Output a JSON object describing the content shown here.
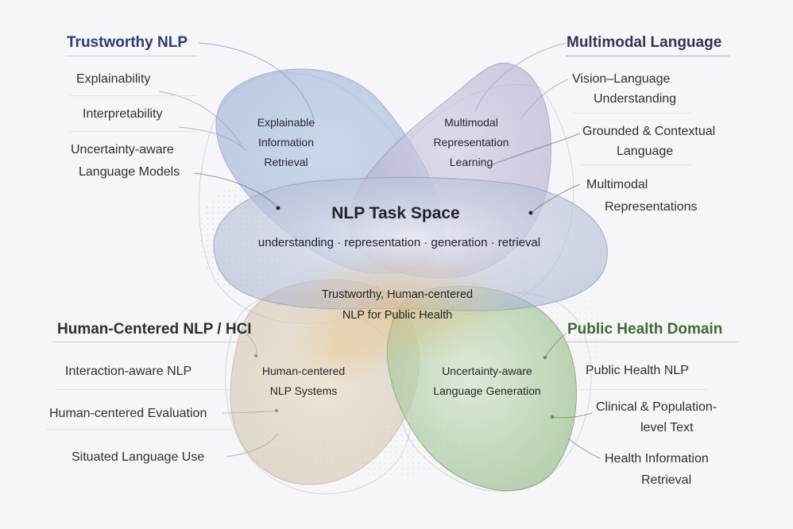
{
  "center": {
    "title": "NLP Task Space",
    "subtitle": "understanding · representation · generation · retrieval",
    "overlap_line1": "Trustworthy, Human-centered",
    "overlap_line2": "NLP for Public Health"
  },
  "regions": {
    "top_left": [
      "Explainable",
      "Information",
      "Retrieval"
    ],
    "top_right": [
      "Multimodal",
      "Representation",
      "Learning"
    ],
    "bottom_left": [
      "Human-centered",
      "NLP Systems"
    ],
    "bottom_right": [
      "Uncertainty-aware",
      "Language Generation"
    ]
  },
  "groups": {
    "trustworthy": {
      "title": "Trustworthy NLP",
      "items": [
        "Explainability",
        "Interpretability",
        "Uncertainty-aware",
        "Language Models"
      ]
    },
    "multimodal": {
      "title": "Multimodal Language",
      "items": [
        "Vision–Language",
        "Understanding",
        "Grounded & Contextual",
        "Language",
        "Multimodal",
        "Representations"
      ]
    },
    "human": {
      "title": "Human-Centered NLP / HCI",
      "items": [
        "Interaction-aware NLP",
        "Human-centered Evaluation",
        "Situated Language Use"
      ]
    },
    "health": {
      "title": "Public Health Domain",
      "items": [
        "Public Health NLP",
        "Clinical & Population-",
        "level Text",
        "Health Information",
        "Retrieval"
      ]
    }
  },
  "colors": {
    "trustworthy": "#2f3a78",
    "multimodal": "#3c2f54",
    "human": "#2f2e36",
    "health": "#3f6a35",
    "blob_blue": "#9fb4d6",
    "blob_purple": "#b3a8cc",
    "blob_beige": "#d9ccb4",
    "blob_green": "#a8c79a",
    "center_blob": "#c2c8dc",
    "glow": "#e4c48a"
  }
}
